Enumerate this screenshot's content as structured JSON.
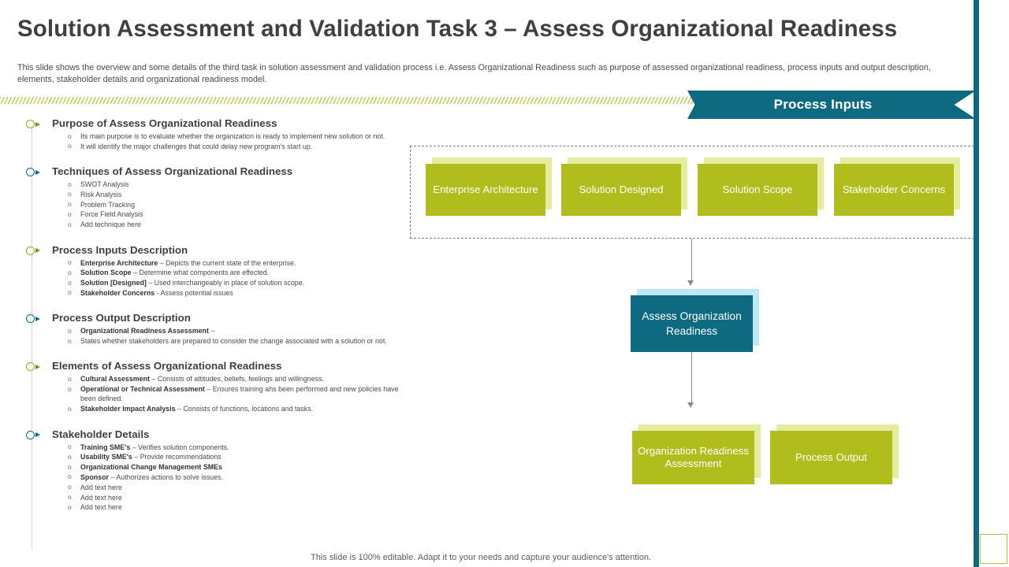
{
  "slide": {
    "title": "Solution Assessment and Validation Task 3 – Assess Organizational  Readiness",
    "subtitle": "This slide shows the overview  and some details of the third task in solution assessment and validation  process i.e. Assess Organizational Readiness such as purpose  of assessed organizational  readiness, process inputs and output description, elements, stakeholder details and organizational  readiness model.",
    "footer": "This slide is 100% editable. Adapt it to your needs and capture your audience's attention."
  },
  "colors": {
    "teal": "#0d6a80",
    "green": "#b0bd1c",
    "green_shadow": "#e4ec9e",
    "teal_shadow": "#bfe8f4",
    "hatch": "#b9bf3a",
    "marker_olive": "#9aa91c",
    "corner_border": "#c3b93c"
  },
  "banner": {
    "label": "Process Inputs"
  },
  "sections": [
    {
      "marker": "olive",
      "heading": "Purpose of Assess Organizational Readiness",
      "bullets": [
        {
          "lead": "",
          "text": "Its main  purpose is to evaluate  whether the organization is ready to implement new solution or not."
        },
        {
          "lead": "",
          "text": "It  will identify the major challenges that could delay new program's start up."
        }
      ]
    },
    {
      "marker": "teal",
      "heading": "Techniques of Assess Organizational Readiness",
      "bullets": [
        {
          "lead": "",
          "text": "SWOT Analysis"
        },
        {
          "lead": "",
          "text": "Risk Analysis"
        },
        {
          "lead": "",
          "text": "Problem Tracking"
        },
        {
          "lead": "",
          "text": "Force Field  Analysis"
        },
        {
          "lead": "",
          "text": "Add technique here"
        }
      ]
    },
    {
      "marker": "olive",
      "heading": "Process Inputs Description",
      "bullets": [
        {
          "lead": "Enterprise Architecture ",
          "text": "– Depicts the current state of the enterprise."
        },
        {
          "lead": "Solution Scope ",
          "text": "– Determine what components are effected."
        },
        {
          "lead": "Solution [Designed] ",
          "text": "– Used interchangeably in place of solution scope."
        },
        {
          "lead": "Stakeholder Concerns ",
          "text": "- Assess potential issues"
        }
      ]
    },
    {
      "marker": "teal",
      "heading": "Process Output Description",
      "bullets": [
        {
          "lead": "Organizational Readiness Assessment ",
          "text": "–"
        },
        {
          "lead": "",
          "text": "States whether stakeholders are prepared to consider the change associated with a solution or not."
        }
      ]
    },
    {
      "marker": "olive",
      "heading": "Elements of Assess Organizational Readiness",
      "bullets": [
        {
          "lead": "Cultural Assessment ",
          "text": "– Consists of attitudes, beliefs, feelings and willingness."
        },
        {
          "lead": "Operational or Technical Assessment ",
          "text": "– Ensures training ahs been performed and new policies have been defined."
        },
        {
          "lead": "Stakeholder Impact Analysis ",
          "text": "– Consists of functions, locations and tasks."
        }
      ]
    },
    {
      "marker": "teal",
      "heading": "Stakeholder Details",
      "bullets": [
        {
          "lead": "Training SME's ",
          "text": "– Verifies solution components."
        },
        {
          "lead": "Usability SME's ",
          "text": "– Provide recommendations"
        },
        {
          "lead": "Organizational Change Management SMEs",
          "text": ""
        },
        {
          "lead": "Sponsor ",
          "text": "– Authorizes actions to solve issues."
        },
        {
          "lead": "",
          "text": "Add text here"
        },
        {
          "lead": "",
          "text": "Add text here"
        },
        {
          "lead": "",
          "text": "Add text here"
        }
      ]
    }
  ],
  "diagram": {
    "inputs": [
      {
        "label": "Enterprise Architecture"
      },
      {
        "label": "Solution Designed"
      },
      {
        "label": "Solution Scope"
      },
      {
        "label": "Stakeholder Concerns"
      }
    ],
    "process": {
      "label": "Assess Organization Readiness"
    },
    "outputs": [
      {
        "label": "Organization Readiness Assessment"
      },
      {
        "label": "Process Output"
      }
    ]
  }
}
